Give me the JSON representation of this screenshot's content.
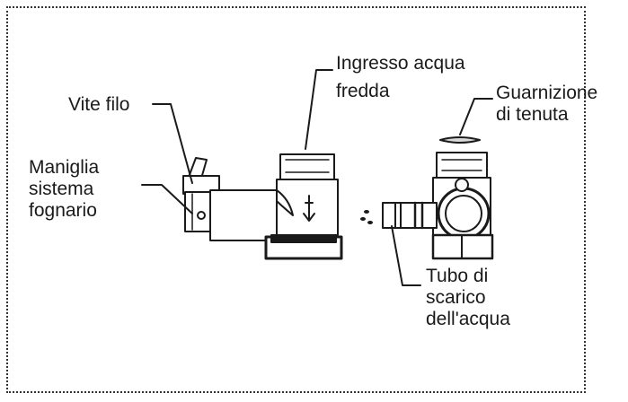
{
  "labels": {
    "cold_water_inlet": [
      "Ingresso acqua",
      "fredda"
    ],
    "wire_screw": [
      "Vite filo"
    ],
    "sewer_handle": [
      "Maniglia",
      "sistema",
      "fognario"
    ],
    "seal_gasket": [
      "Guarnizione",
      "di tenuta"
    ],
    "drain_tube": [
      "Tubo di",
      "scarico",
      "dell'acqua"
    ]
  }
}
